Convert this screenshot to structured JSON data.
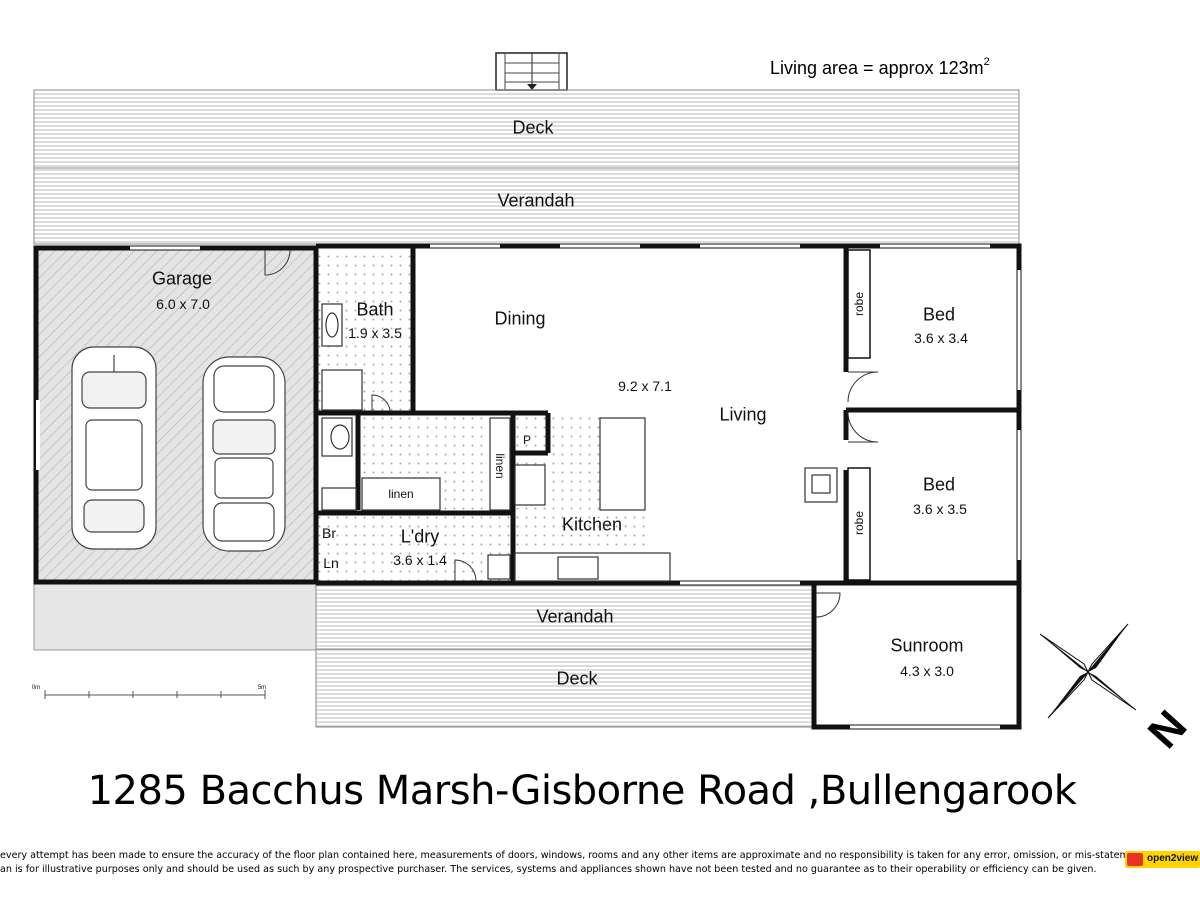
{
  "living_area": {
    "text": "Living area = approx 123m",
    "unit_superscript": "2"
  },
  "rooms": {
    "deck_top": "Deck",
    "verandah_top": "Verandah",
    "garage": {
      "name": "Garage",
      "size": "6.0 x 7.0"
    },
    "bath": {
      "name": "Bath",
      "size": "1.9 x 3.5"
    },
    "dining": "Dining",
    "living_size": "9.2 x 7.1",
    "living": "Living",
    "bed1": {
      "name": "Bed",
      "size": "3.6 x 3.4"
    },
    "bed2": {
      "name": "Bed",
      "size": "3.6 x 3.5"
    },
    "robe1": "robe",
    "robe2": "robe",
    "pantry": "P",
    "linen_vertical": "linen",
    "linen_horizontal": "linen",
    "kitchen": "Kitchen",
    "laundry": {
      "name": "L'dry",
      "size": "3.6 x 1.4"
    },
    "br": "Br",
    "ln": "Ln",
    "verandah_bottom": "Verandah",
    "deck_bottom": "Deck",
    "sunroom": {
      "name": "Sunroom",
      "size": "4.3 x 3.0"
    }
  },
  "compass": {
    "north": "N"
  },
  "scale_bar": {
    "start": "0m",
    "end": "5m"
  },
  "address": "1285 Bacchus Marsh-Gisborne Road ,Bullengarook",
  "disclaimer": [
    "every attempt has been made to ensure the accuracy of the floor plan contained here, measurements of doors, windows, rooms and any other items are approximate and no responsibility is taken for any error, omission, or mis-statement.",
    "an is for illustrative purposes only and should be used as such by any prospective purchaser. The services, systems and appliances shown have not been tested and no guarantee as to their operability or efficiency can be given."
  ],
  "logo": {
    "text": "open2view"
  },
  "colors": {
    "wall": "#111111",
    "deck_line": "#9a9a9a",
    "garage_fill": "#d9d9d9",
    "tile_dot": "#bdbdbd",
    "logo_bg": "#ffd400",
    "logo_mark": "#e63323"
  }
}
